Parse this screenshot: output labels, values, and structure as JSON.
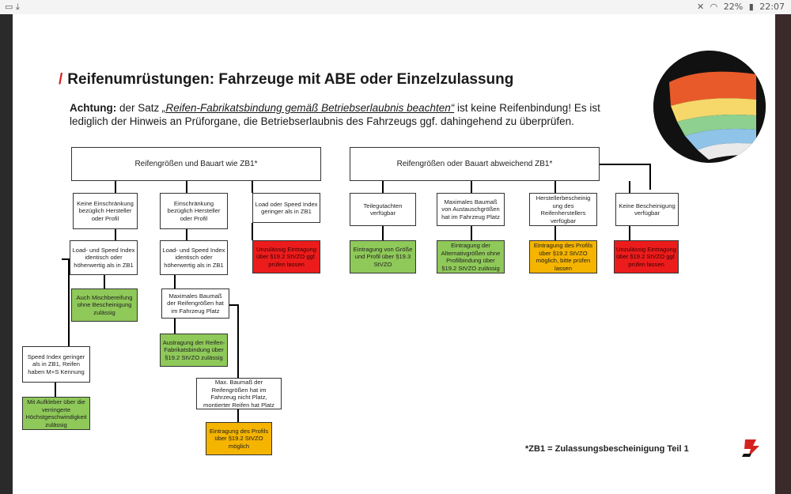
{
  "statusbar": {
    "left_icons": "▭ ⤓",
    "mute_icon": "🔇",
    "wifi_icon": "wifi",
    "battery": "22%",
    "time": "22:07"
  },
  "slide": {
    "title": "Reifenumrüstungen: Fahrzeuge mit ABE oder Einzelzulassung",
    "note_label": "Achtung:",
    "note_pre": " der Satz ",
    "note_quote": "„Reifen-Fabrikatsbindung gemäß Betriebserlaubnis beachten“",
    "note_post": " ist keine Reifenbindung! Es ist lediglich der Hinweis an Prüforgane, die Betriebserlaubnis des Fahrzeugs ggf. dahingehend zu überprüfen.",
    "footnote": "*ZB1 = Zulassungsbescheinigung Teil 1"
  },
  "diagram": {
    "left_header": "Reifengrößen und Bauart wie ZB1*",
    "right_header": "Reifengrößen oder Bauart abweichend ZB1*",
    "n1": "Keine Einschränkung bezüglich Hersteller oder Profil",
    "n2": "Einschränkung bezüglich Hersteller oder Profil",
    "n3": "Load oder Speed Index geringer als in ZB1",
    "n4": "Load- und Speed Index identisch oder höherwertig als in ZB1",
    "n5": "Auch Mischbereifung ohne Bescheinigung zulässig",
    "n6": "Load- und Speed Index identisch oder höherwertig als in ZB1",
    "n7": "Unzulässig Eintragung über §19.2 StVZO ggf. prüfen lassen",
    "n8": "Maximales Baumaß der Reifengrößen hat im Fahrzeug Platz",
    "n9": "Austragung der Reifen-Fabrikatsbindung über §19.2 StVZO zulässig",
    "n10": "Speed Index geringer als in ZB1, Reifen haben M+S Kennung",
    "n11": "Mit Aufkleber über die verringerte Höchstgeschwindigkeit zulässig",
    "n12": "Max. Baumaß der Reifengrößen hat im Fahrzeug nicht Platz, montierter Reifen hat Platz",
    "n13": "Eintragung des Profils über §19.2 StVZO möglich",
    "r1": "Teilegutachten verfügbar",
    "r2": "Maximales Baumaß von Austauschgrößen hat im Fahrzeug Platz",
    "r3": "Herstellerbescheinig ung des Reifenherstellers verfügbar",
    "r4": "Keine Bescheinigung verfügbar",
    "r5": "Eintragung von Größe und Profil über §19.3 StVZO",
    "r6": "Eintragung der Alternativgrößen ohne Profilbindung über §19.2 StVZO zulässig",
    "r7": "Eintragung des Profils über §19.2 StVZO möglich, bitte prüfen lassen",
    "r8": "Unzulässig Eintragung über §19.2 StVZO ggf. prüfen lassen"
  },
  "colors": {
    "green": "#8fc959",
    "orange": "#f5b400",
    "red": "#ec1c1c",
    "accent": "#d4231f"
  }
}
